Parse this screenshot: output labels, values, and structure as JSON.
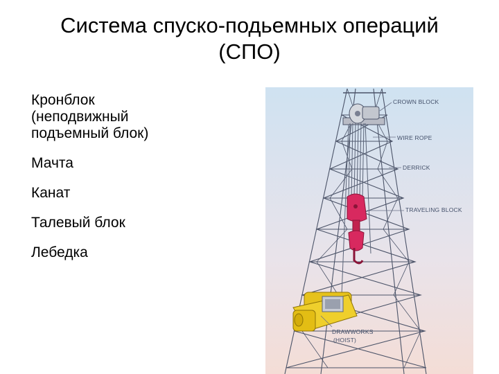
{
  "slide": {
    "title_line1": "Система спуско-подьемных операций",
    "title_line2": "(СПО)",
    "items": [
      "Кронблок",
      "(неподвижный",
      "подъемный блок)",
      "Мачта",
      "Канат",
      "Талевый блок",
      "Лебедка"
    ]
  },
  "figure": {
    "labels": {
      "crown_block": "CROWN BLOCK",
      "wire_rope": "WIRE ROPE",
      "derrick": "DERRICK",
      "traveling_block": "TRAVELING BLOCK",
      "drawworks_1": "DRAWWORKS",
      "drawworks_2": "(HOIST)"
    },
    "colors": {
      "sky_top": "#cfe2f1",
      "sky_bottom": "#f4ddd6",
      "steel": "#4b5368",
      "traveling_block": "#d8295f",
      "drawworks": "#e6c21c"
    }
  }
}
